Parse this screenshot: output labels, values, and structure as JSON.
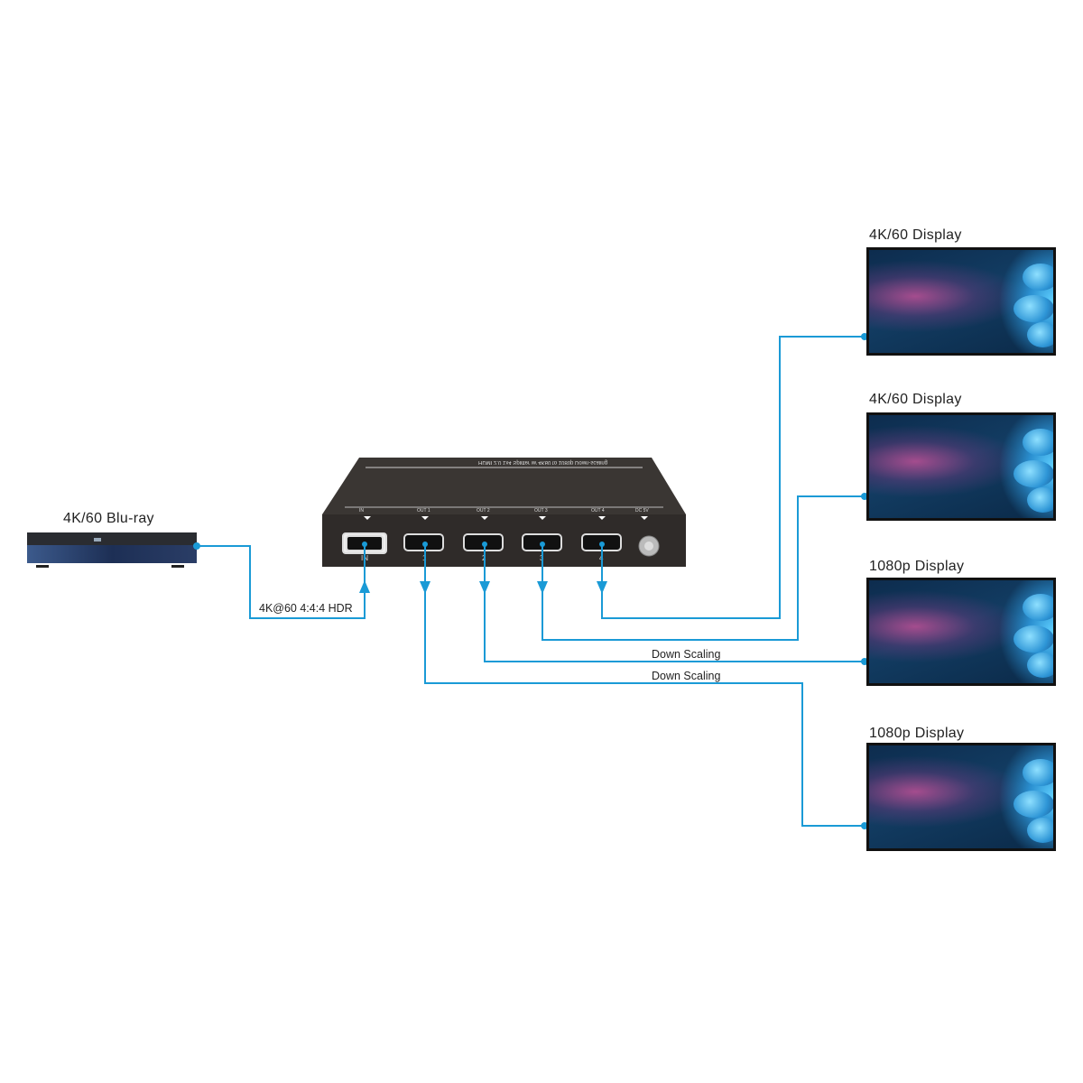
{
  "source": {
    "label": "4K/60 Blu-ray",
    "signal_label": "4K@60 4:4:4 HDR"
  },
  "splitter": {
    "model_text": "HDMI 2.0 1x4 Splitter w/ 4K60 to 1080p Down-scaling",
    "top_labels": [
      "IN",
      "OUT 1",
      "OUT 2",
      "OUT 3",
      "OUT 4",
      "DC 5V"
    ],
    "port_numbers": [
      "IN",
      "1",
      "2",
      "3",
      "4"
    ]
  },
  "displays": [
    {
      "label": "4K/60 Display"
    },
    {
      "label": "4K/60 Display"
    },
    {
      "label": "1080p Display"
    },
    {
      "label": "1080p Display"
    }
  ],
  "connections": {
    "scaling_labels": [
      "Down Scaling",
      "Down Scaling"
    ]
  },
  "colors": {
    "line": "#1a9ad6",
    "device": "#3a3633"
  }
}
